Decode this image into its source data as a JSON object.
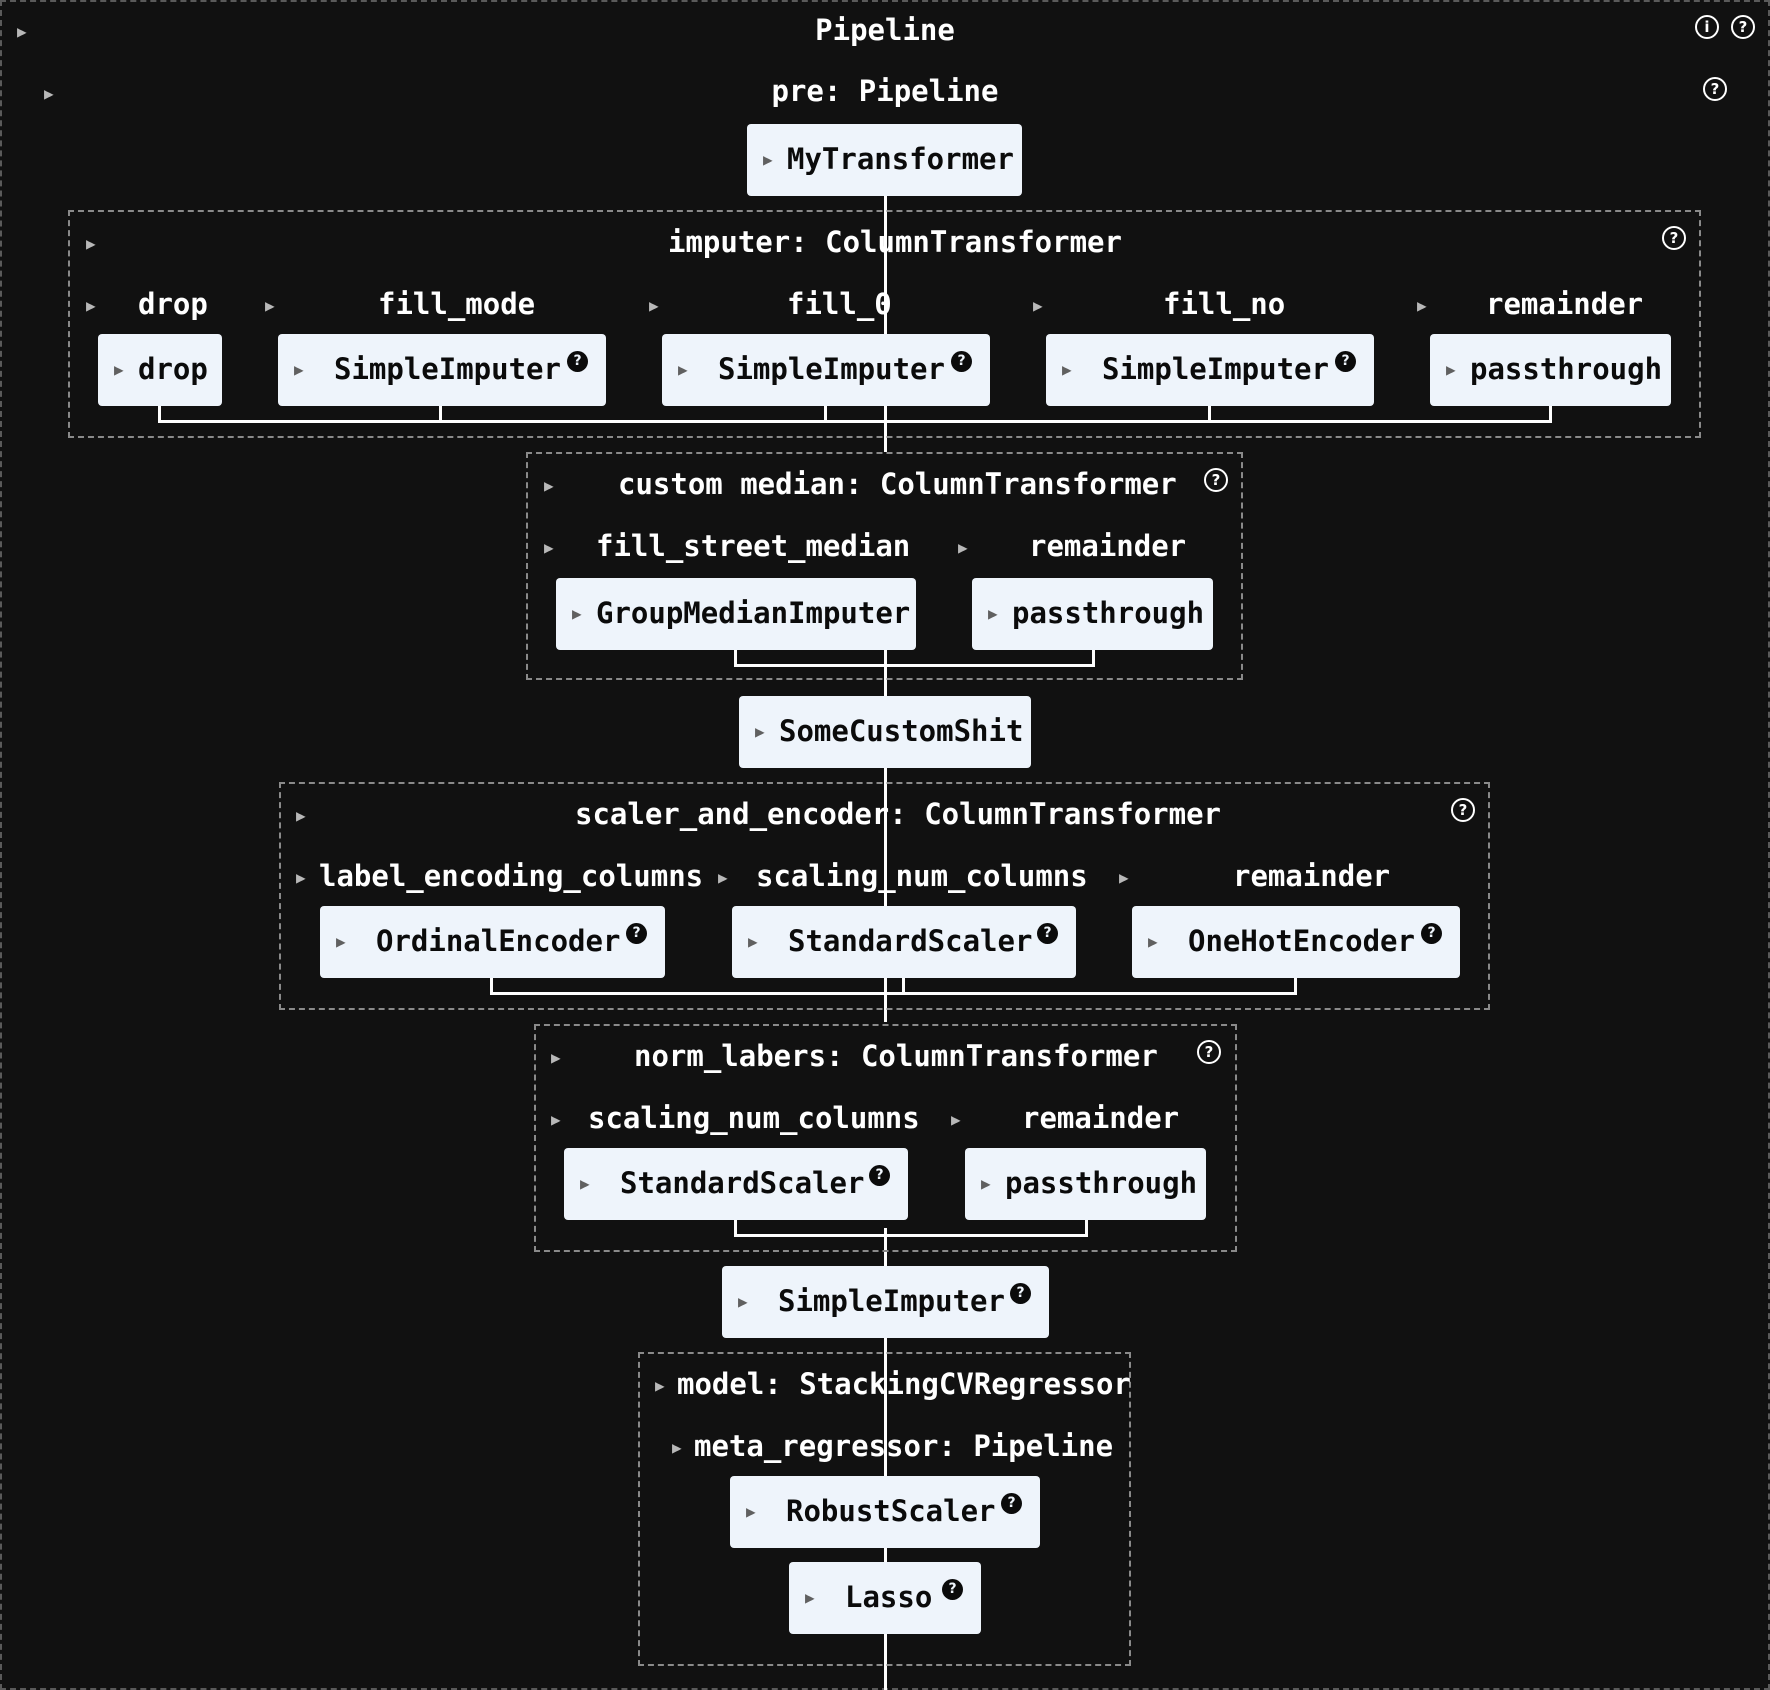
{
  "pipeline": {
    "title": "Pipeline"
  },
  "pre": {
    "title": "pre: Pipeline",
    "first_step": "MyTransformer"
  },
  "imputer": {
    "title": "imputer: ColumnTransformer",
    "columns": [
      {
        "label": "drop",
        "estimator": "drop"
      },
      {
        "label": "fill_mode",
        "estimator": "SimpleImputer"
      },
      {
        "label": "fill_0",
        "estimator": "SimpleImputer"
      },
      {
        "label": "fill_no",
        "estimator": "SimpleImputer"
      },
      {
        "label": "remainder",
        "estimator": "passthrough"
      }
    ]
  },
  "custom_median": {
    "title": "custom median: ColumnTransformer",
    "columns": [
      {
        "label": "fill_street_median",
        "estimator": "GroupMedianImputer"
      },
      {
        "label": "remainder",
        "estimator": "passthrough"
      }
    ]
  },
  "custom_step": {
    "estimator": "SomeCustomShit"
  },
  "scaler_and_encoder": {
    "title": "scaler_and_encoder: ColumnTransformer",
    "columns": [
      {
        "label": "label_encoding_columns",
        "estimator": "OrdinalEncoder"
      },
      {
        "label": "scaling_num_columns",
        "estimator": "StandardScaler"
      },
      {
        "label": "remainder",
        "estimator": "OneHotEncoder"
      }
    ]
  },
  "norm_labers": {
    "title": "norm_labers: ColumnTransformer",
    "columns": [
      {
        "label": "scaling_num_columns",
        "estimator": "StandardScaler"
      },
      {
        "label": "remainder",
        "estimator": "passthrough"
      }
    ]
  },
  "final_imputer": {
    "estimator": "SimpleImputer"
  },
  "model": {
    "title": "model: StackingCVRegressor",
    "meta_title": "meta_regressor: Pipeline",
    "steps": [
      "RobustScaler",
      "Lasso"
    ]
  },
  "icons": {
    "toggle": "triangle-right-icon",
    "doc": "question-circle-icon",
    "info": "info-circle-icon",
    "help_glyph": "?",
    "info_glyph": "i",
    "triangle_glyph": "▶"
  },
  "colors": {
    "background": "#111111",
    "node_fill": "#eef4fb",
    "dashed_border": "#8a8a8a",
    "connector": "#ffffff"
  }
}
